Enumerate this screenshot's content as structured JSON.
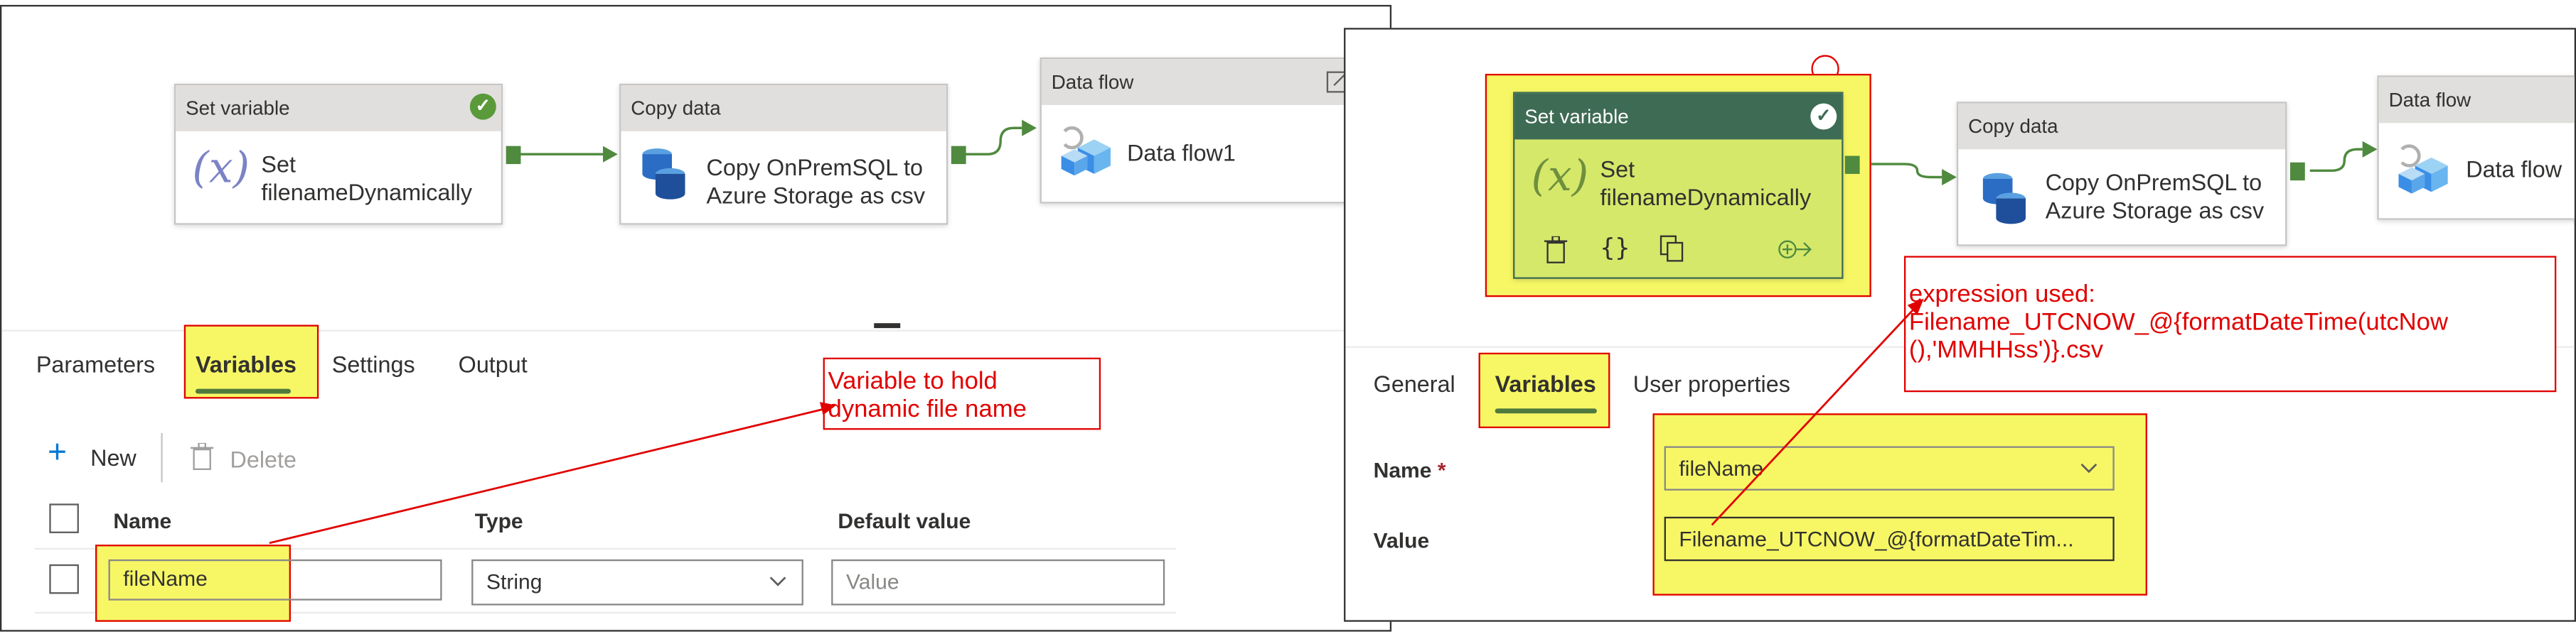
{
  "left": {
    "activities": [
      {
        "header": "Set variable",
        "line1": "Set",
        "line2": "filenameDynamically"
      },
      {
        "header": "Copy data",
        "line1": "Copy OnPremSQL to",
        "line2": "Azure Storage as csv"
      },
      {
        "header": "Data flow",
        "line1": "Data flow1",
        "line2": ""
      }
    ],
    "tabs": [
      "Parameters",
      "Variables",
      "Settings",
      "Output"
    ],
    "toolbar": {
      "new_label": "New",
      "delete_label": "Delete"
    },
    "table": {
      "columns": [
        "Name",
        "Type",
        "Default value"
      ],
      "row": {
        "name": "fileName",
        "type": "String",
        "default_placeholder": "Value"
      }
    },
    "annotation": "Variable to hold\ndynamic file name"
  },
  "right": {
    "activities": [
      {
        "header": "Set variable",
        "line1": "Set",
        "line2": "filenameDynamically"
      },
      {
        "header": "Copy data",
        "line1": "Copy OnPremSQL to",
        "line2": "Azure Storage as csv"
      },
      {
        "header": "Data flow",
        "line1": "Data flow",
        "line2": ""
      }
    ],
    "tabs": [
      "General",
      "Variables",
      "User properties"
    ],
    "form": {
      "name_label": "Name",
      "name_required": "*",
      "name_value": "fileName",
      "value_label": "Value",
      "value_text": "Filename_UTCNOW_@{formatDateTim..."
    },
    "annotation": {
      "line1": "expression used:",
      "line2": "Filename_UTCNOW_@{formatDateTime(utcNow",
      "line3": "(),'MMHHss')}.csv"
    }
  },
  "colors": {
    "annotation": "#e10000",
    "highlight": "#f7f765",
    "accent_green": "#4f7a3e",
    "selected_header": "#3e6b54"
  },
  "icons": [
    "variable-x-icon",
    "checkmark-icon",
    "database-icon",
    "dataflow-icon",
    "expand-icon",
    "plus-icon",
    "trash-icon",
    "chevron-down-icon",
    "braces-icon",
    "copy-icon",
    "add-output-icon"
  ]
}
